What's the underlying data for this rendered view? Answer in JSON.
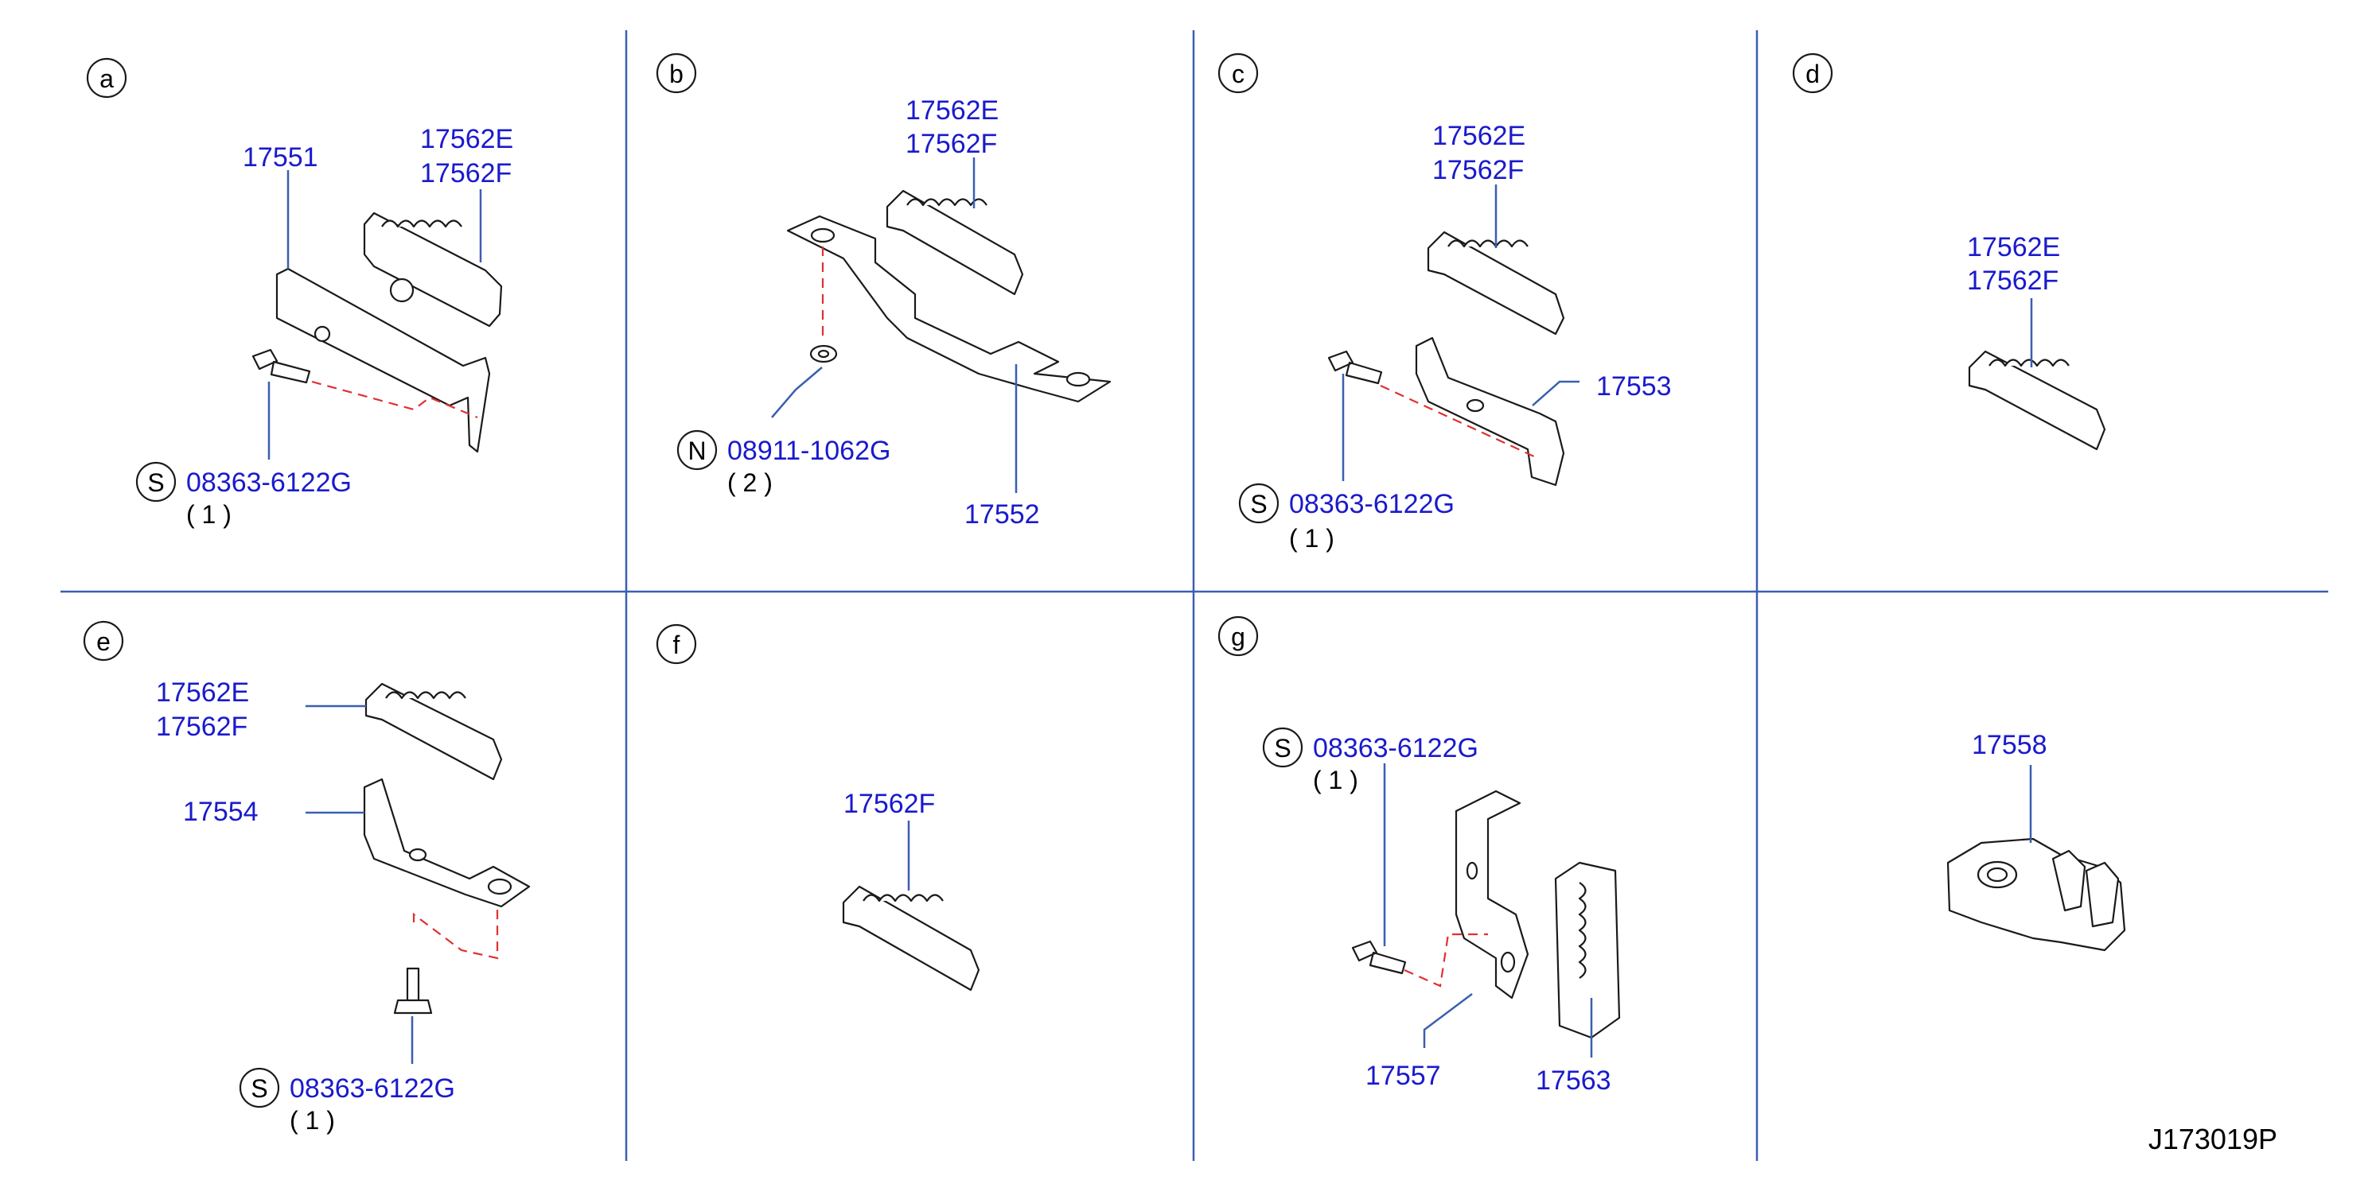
{
  "panels": {
    "a": {
      "letter": "a",
      "bracket": "17551",
      "clip_e": "17562E",
      "clip_f": "17562F",
      "fastener_symbol": "S",
      "fastener": "08363-6122G",
      "qty": "( 1 )"
    },
    "b": {
      "letter": "b",
      "bracket": "17552",
      "clip_e": "17562E",
      "clip_f": "17562F",
      "fastener_symbol": "N",
      "fastener": "08911-1062G",
      "qty": "( 2 )"
    },
    "c": {
      "letter": "c",
      "bracket": "17553",
      "clip_e": "17562E",
      "clip_f": "17562F",
      "fastener_symbol": "S",
      "fastener": "08363-6122G",
      "qty": "( 1 )"
    },
    "d": {
      "letter": "d",
      "clip_e": "17562E",
      "clip_f": "17562F"
    },
    "e": {
      "letter": "e",
      "bracket": "17554",
      "clip_e": "17562E",
      "clip_f": "17562F",
      "fastener_symbol": "S",
      "fastener": "08363-6122G",
      "qty": "( 1 )"
    },
    "f": {
      "letter": "f",
      "clip_f": "17562F"
    },
    "g": {
      "letter": "g",
      "bracket": "17557",
      "clip": "17563",
      "fastener_symbol": "S",
      "fastener": "08363-6122G",
      "qty": "( 1 )"
    },
    "h": {
      "clip": "17558"
    }
  },
  "reference": "J173019P"
}
